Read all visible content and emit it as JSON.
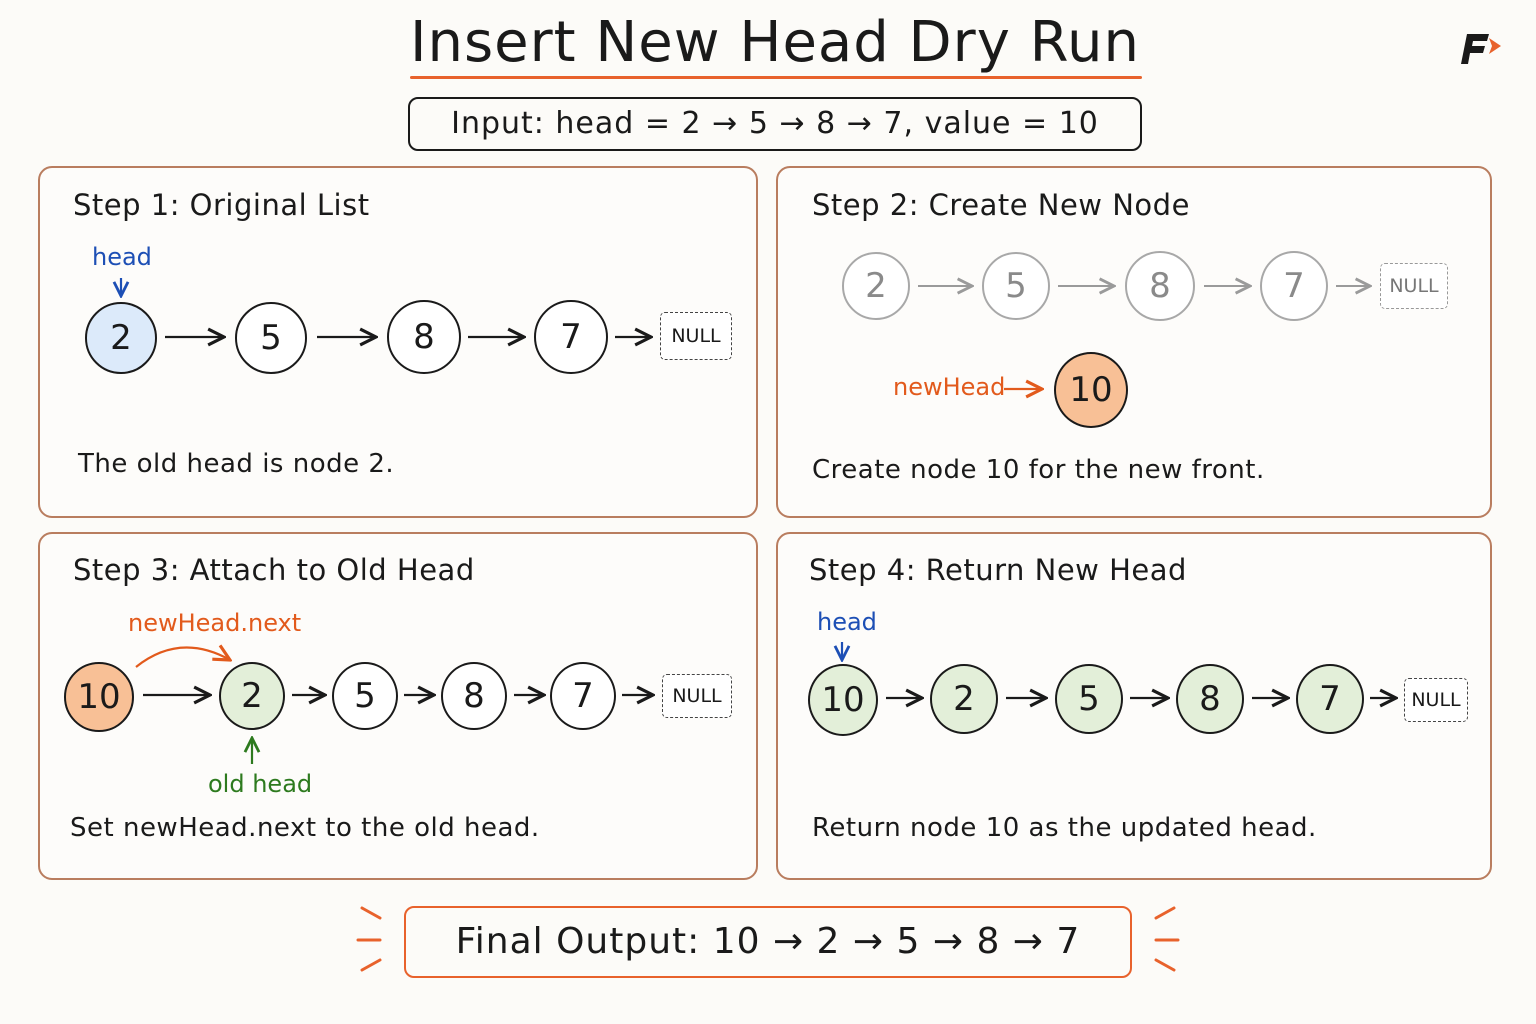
{
  "title": "Insert New Head Dry Run",
  "input_text": "Input: head = 2 → 5 → 8 → 7, value = 10",
  "colors": {
    "accent": "#e8622c",
    "blue_node": "#dceafa",
    "orange_node": "#f8c096",
    "green_node": "#e3efd9",
    "panel_border": "#b97d5f"
  },
  "icons": {
    "logo": "brand-f-logo"
  },
  "null_label": "NULL",
  "step1": {
    "title": "Step 1: Original List",
    "head_label": "head",
    "nodes": [
      "2",
      "5",
      "8",
      "7"
    ],
    "caption": "The old head is node 2."
  },
  "step2": {
    "title": "Step 2: Create New Node",
    "nodes": [
      "2",
      "5",
      "8",
      "7"
    ],
    "new_head_label": "newHead",
    "new_node": "10",
    "caption": "Create node 10 for the new front."
  },
  "step3": {
    "title": "Step 3: Attach to Old Head",
    "next_label": "newHead.next",
    "old_head_label": "old head",
    "nodes": [
      "10",
      "2",
      "5",
      "8",
      "7"
    ],
    "caption": "Set newHead.next to the old head."
  },
  "step4": {
    "title": "Step 4: Return New Head",
    "head_label": "head",
    "nodes": [
      "10",
      "2",
      "5",
      "8",
      "7"
    ],
    "caption": "Return node 10 as the updated head."
  },
  "final_output": "Final Output: 10 → 2 → 5 → 8 → 7"
}
